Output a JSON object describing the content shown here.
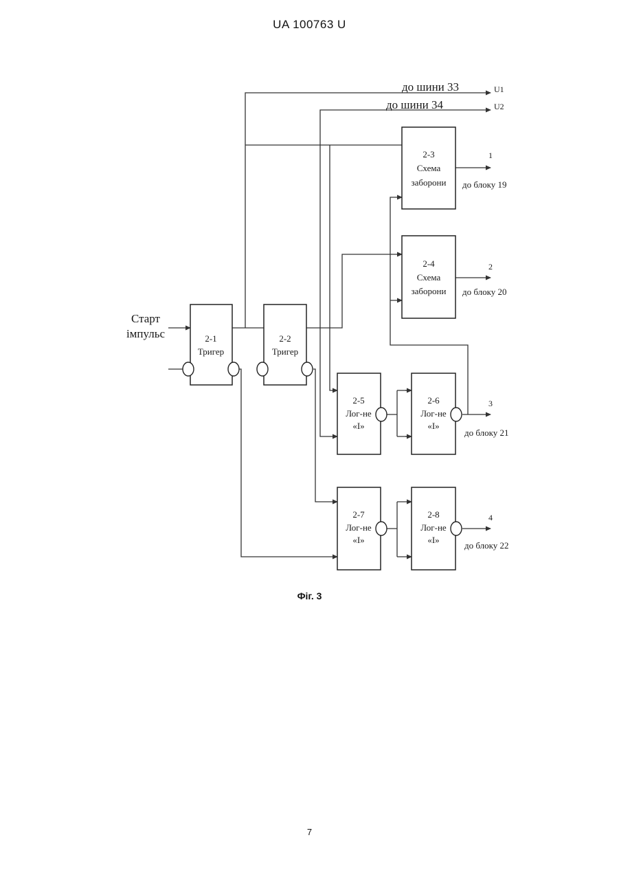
{
  "header": {
    "patent_number": "UA   100763   U"
  },
  "figure": {
    "caption": "Фіг. 3",
    "start_input": {
      "line1": "Старт",
      "line2": "імпульс"
    },
    "buses": [
      {
        "label": "до шини 33",
        "signal": "U1"
      },
      {
        "label": "до шини 34",
        "signal": "U2"
      }
    ],
    "blocks": [
      {
        "id": "2-1",
        "name": "Тригер"
      },
      {
        "id": "2-2",
        "name": "Тригер"
      },
      {
        "id": "2-3",
        "name": "Схема",
        "name2": "заборони"
      },
      {
        "id": "2-4",
        "name": "Схема",
        "name2": "заборони"
      },
      {
        "id": "2-5",
        "name": "Лог-не",
        "name2": "«І»"
      },
      {
        "id": "2-6",
        "name": "Лог-не",
        "name2": "«І»"
      },
      {
        "id": "2-7",
        "name": "Лог-не",
        "name2": "«І»"
      },
      {
        "id": "2-8",
        "name": "Лог-не",
        "name2": "«І»"
      }
    ],
    "outputs": [
      {
        "number": "1",
        "target": "до блоку 19"
      },
      {
        "number": "2",
        "target": "до блоку 20"
      },
      {
        "number": "3",
        "target": "до блоку 21"
      },
      {
        "number": "4",
        "target": "до блоку 22"
      }
    ]
  },
  "footer": {
    "page_number": "7"
  }
}
